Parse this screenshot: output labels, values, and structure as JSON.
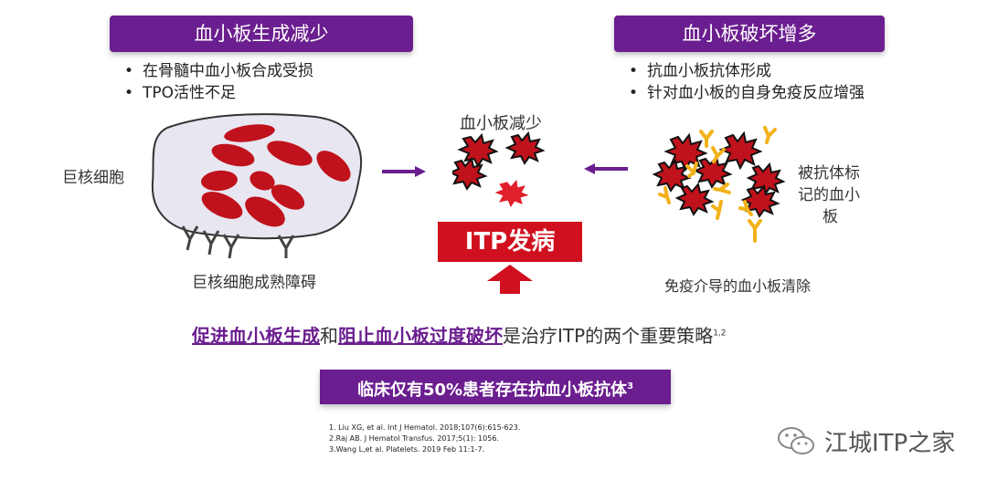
{
  "left_header": "血小板生成减少",
  "left_bullets": [
    "在骨髓中血小板合成受损",
    "TPO活性不足"
  ],
  "right_header": "血小板破坏增多",
  "right_bullets": [
    "抗血小板抗体形成",
    "针对血小板的自身免疫反应增强"
  ],
  "megakaryocyte_label": "巨核细胞",
  "megakaryocyte_caption": "巨核细胞成熟障碍",
  "center_label": "血小板减少",
  "antibody_label": "被抗体标记的血小板",
  "antibody_label_lines": [
    "被抗体标",
    "记的血小",
    "板"
  ],
  "immune_caption": "免疫介导的血小板清除",
  "itp_box": "ITP发病",
  "strategy": {
    "part1": "促进血小板生成",
    "and": "和",
    "part2": "阻止血小板过度破坏",
    "rest": "是治疗ITP的两个重要策略",
    "sup": "1,2"
  },
  "clinical_box": {
    "text": "临床仅有50%患者存在抗血小板抗体",
    "sup": "3"
  },
  "references": [
    "1. Liu XG, et al. Int J Hematol. 2018;107(6):615-623.",
    "2.Raj AB. J Hematol Transfus. 2017;5(1): 1056.",
    "3.Wang L,et al. Platelets. 2019 Feb 11:1-7."
  ],
  "brand": "江城ITP之家",
  "colors": {
    "purple": "#6b1e8f",
    "red": "#d0101e",
    "platelet_red": "#c0121c",
    "antibody_yellow": "#f2b21a"
  }
}
